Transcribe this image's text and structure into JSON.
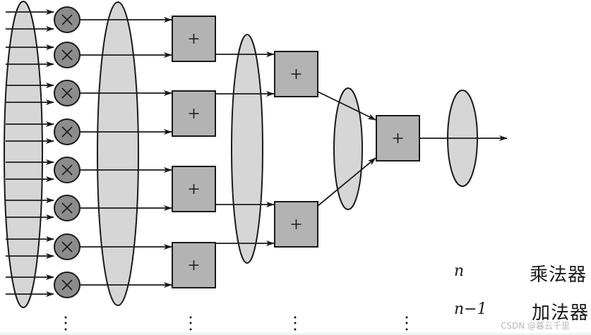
{
  "diagram": {
    "title": "Adder tree with n multipliers and n-1 adders",
    "multiplier_symbol": "×",
    "adder_symbol": "+",
    "levels": [
      {
        "type": "input",
        "count": 16
      },
      {
        "type": "multiplier",
        "count": 8
      },
      {
        "type": "adder",
        "count": 4
      },
      {
        "type": "adder",
        "count": 2
      },
      {
        "type": "adder",
        "count": 1
      },
      {
        "type": "output",
        "count": 1
      }
    ],
    "continuation": "⋮"
  },
  "legend": [
    {
      "var": "n",
      "label": "乘法器"
    },
    {
      "var": "n−1",
      "label": "加法器"
    }
  ],
  "watermark": "CSDN @暮云千里"
}
